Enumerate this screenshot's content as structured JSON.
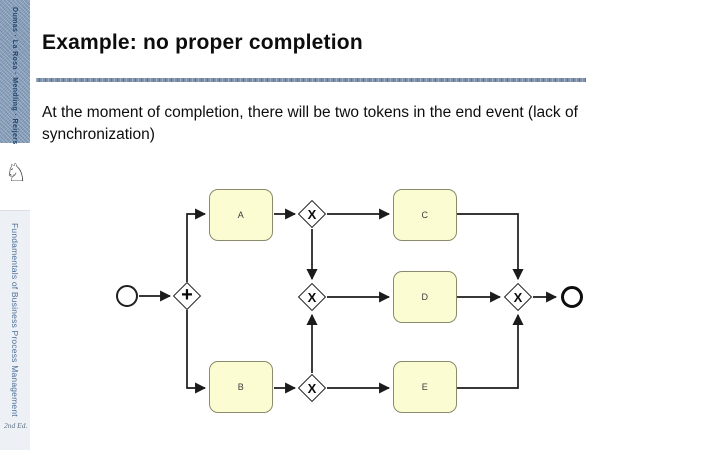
{
  "sidebar": {
    "authors": "Dumas · La Rosa · Mendling · Reijers",
    "logo_icon": "springer-knight-icon",
    "logo_glyph": "♘",
    "book_title": "Fundamentals of Business Process Management",
    "edition": "2nd Ed."
  },
  "slide": {
    "title": "Example: no proper completion",
    "body": "At the moment of completion, there will be two tokens in the end event (lack of synchronization)"
  },
  "diagram": {
    "type": "bpmn-process",
    "events": [
      {
        "id": "start",
        "kind": "start-event"
      },
      {
        "id": "end",
        "kind": "end-event"
      }
    ],
    "gateways": [
      {
        "id": "and-split",
        "kind": "parallel-gateway",
        "symbol": "+"
      },
      {
        "id": "xor-top",
        "kind": "exclusive-gateway",
        "symbol": "X"
      },
      {
        "id": "xor-middle",
        "kind": "exclusive-gateway",
        "symbol": "X"
      },
      {
        "id": "xor-bottom",
        "kind": "exclusive-gateway",
        "symbol": "X"
      },
      {
        "id": "xor-join",
        "kind": "exclusive-gateway",
        "symbol": "X"
      }
    ],
    "tasks": [
      {
        "id": "A",
        "label": "A"
      },
      {
        "id": "B",
        "label": "B"
      },
      {
        "id": "C",
        "label": "C"
      },
      {
        "id": "D",
        "label": "D"
      },
      {
        "id": "E",
        "label": "E"
      }
    ],
    "flows": [
      "start → and-split",
      "and-split → A",
      "and-split → B",
      "A → xor-top",
      "B → xor-bottom",
      "xor-top → xor-middle",
      "xor-bottom → xor-middle",
      "xor-top → C",
      "xor-middle → D",
      "xor-bottom → E",
      "C → xor-join",
      "D → xor-join",
      "E → xor-join",
      "xor-join → end"
    ]
  },
  "colors": {
    "task_fill": "#fcfcd2",
    "task_border": "#8b8b6b",
    "divider": "#7e93ab",
    "sidebar_band": "#8ca4bf",
    "sidebar_panel": "#edf1f6",
    "sidebar_text": "#4a6e96",
    "stroke": "#1b1b1b"
  }
}
